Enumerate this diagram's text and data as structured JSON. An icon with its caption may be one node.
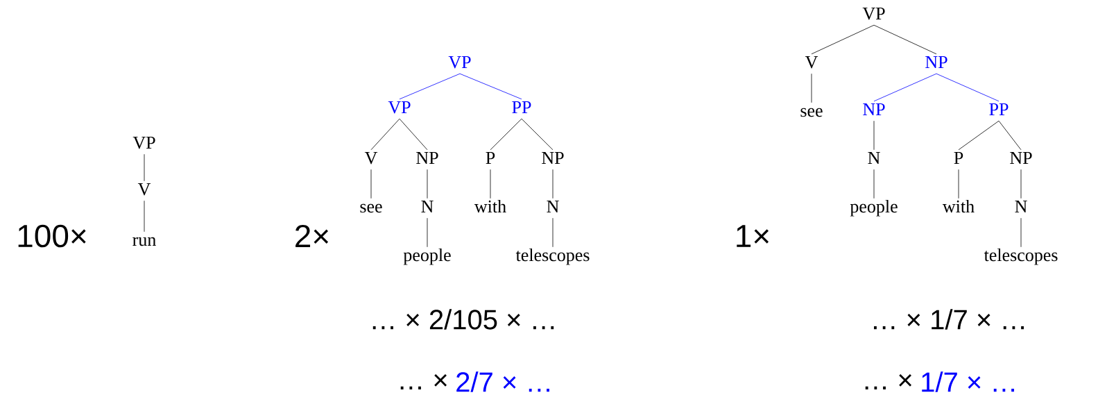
{
  "diagram": {
    "nodes": [
      {
        "text": [
          "VP"
        ]
      },
      {
        "text": [
          "V"
        ]
      },
      {
        "text": [
          "run"
        ]
      },
      {
        "text": [
          "VP"
        ]
      },
      {
        "text": [
          "VP"
        ]
      },
      {
        "text": [
          "PP"
        ]
      },
      {
        "text": [
          "V"
        ]
      },
      {
        "text": [
          "NP"
        ]
      },
      {
        "text": [
          "P"
        ]
      },
      {
        "text": [
          "NP"
        ]
      },
      {
        "text": [
          "see"
        ]
      },
      {
        "text": [
          "N"
        ]
      },
      {
        "text": [
          "with"
        ]
      },
      {
        "text": [
          "N"
        ]
      },
      {
        "text": [
          "people"
        ]
      },
      {
        "text": [
          "telescopes"
        ]
      },
      {
        "text": [
          "VP"
        ]
      },
      {
        "text": [
          "V"
        ]
      },
      {
        "text": [
          "NP"
        ]
      },
      {
        "text": [
          "see"
        ]
      },
      {
        "text": [
          "NP"
        ]
      },
      {
        "text": [
          "PP"
        ]
      },
      {
        "text": [
          "N"
        ]
      },
      {
        "text": [
          "P"
        ]
      },
      {
        "text": [
          "NP"
        ]
      },
      {
        "text": [
          "people"
        ]
      },
      {
        "text": [
          "with"
        ]
      },
      {
        "text": [
          "N"
        ]
      },
      {
        "text": [
          "telescopes"
        ]
      }
    ],
    "edges": [
      {
        "from": 0,
        "to": 1,
        "arrow": "none"
      },
      {
        "from": 1,
        "to": 2,
        "arrow": "none"
      },
      {
        "from": 3,
        "to": 4,
        "arrow": "none",
        "color": "#0000ff"
      },
      {
        "from": 3,
        "to": 5,
        "arrow": "none",
        "color": "#0000ff"
      },
      {
        "from": 4,
        "to": 6,
        "arrow": "none"
      },
      {
        "from": 4,
        "to": 7,
        "arrow": "none"
      },
      {
        "from": 5,
        "to": 8,
        "arrow": "none"
      },
      {
        "from": 5,
        "to": 9,
        "arrow": "none"
      },
      {
        "from": 6,
        "to": 10,
        "arrow": "none"
      },
      {
        "from": 7,
        "to": 11,
        "arrow": "none"
      },
      {
        "from": 8,
        "to": 12,
        "arrow": "none"
      },
      {
        "from": 9,
        "to": 13,
        "arrow": "none"
      },
      {
        "from": 11,
        "to": 14,
        "arrow": "none"
      },
      {
        "from": 13,
        "to": 15,
        "arrow": "none"
      },
      {
        "from": 16,
        "to": 17,
        "arrow": "none"
      },
      {
        "from": 16,
        "to": 18,
        "arrow": "none"
      },
      {
        "from": 17,
        "to": 19,
        "arrow": "none"
      },
      {
        "from": 18,
        "to": 20,
        "arrow": "none",
        "color": "#0000ff"
      },
      {
        "from": 18,
        "to": 21,
        "arrow": "none",
        "color": "#0000ff"
      },
      {
        "from": 20,
        "to": 22,
        "arrow": "none"
      },
      {
        "from": 21,
        "to": 23,
        "arrow": "none"
      },
      {
        "from": 21,
        "to": 24,
        "arrow": "none"
      },
      {
        "from": 22,
        "to": 25,
        "arrow": "none"
      },
      {
        "from": 23,
        "to": 26,
        "arrow": "none"
      },
      {
        "from": 24,
        "to": 27,
        "arrow": "none"
      },
      {
        "from": 27,
        "to": 28,
        "arrow": "none"
      }
    ],
    "labels": [
      "100×",
      "2×",
      "1×",
      "… × 2/105 × …",
      "… × 1/7 × …",
      "… ×",
      "2/7 × …",
      "… ×",
      "1/7 × …"
    ]
  }
}
